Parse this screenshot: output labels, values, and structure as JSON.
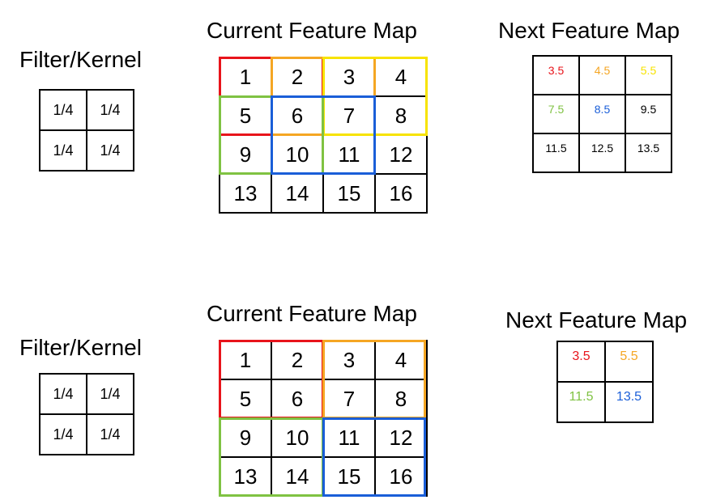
{
  "colors": {
    "red": "#e8141b",
    "orange": "#f5a623",
    "yellow": "#f7e300",
    "green": "#7fc242",
    "blue": "#1a5ed8",
    "black": "#000000"
  },
  "example_stride1": {
    "kernel_title": "Filter/Kernel",
    "kernel": [
      "1/4",
      "1/4",
      "1/4",
      "1/4"
    ],
    "input_title": "Current Feature Map",
    "input": [
      "1",
      "2",
      "3",
      "4",
      "5",
      "6",
      "7",
      "8",
      "9",
      "10",
      "11",
      "12",
      "13",
      "14",
      "15",
      "16"
    ],
    "output_title": "Next Feature Map",
    "output": [
      {
        "value": "3.5",
        "color": "red"
      },
      {
        "value": "4.5",
        "color": "orange"
      },
      {
        "value": "5.5",
        "color": "yellow"
      },
      {
        "value": "7.5",
        "color": "green"
      },
      {
        "value": "8.5",
        "color": "blue"
      },
      {
        "value": "9.5",
        "color": "black"
      },
      {
        "value": "11.5",
        "color": "black"
      },
      {
        "value": "12.5",
        "color": "black"
      },
      {
        "value": "13.5",
        "color": "black"
      }
    ]
  },
  "example_stride2": {
    "kernel_title": "Filter/Kernel",
    "kernel": [
      "1/4",
      "1/4",
      "1/4",
      "1/4"
    ],
    "input_title": "Current Feature Map",
    "input": [
      "1",
      "2",
      "3",
      "4",
      "5",
      "6",
      "7",
      "8",
      "9",
      "10",
      "11",
      "12",
      "13",
      "14",
      "15",
      "16"
    ],
    "output_title": "Next Feature Map",
    "output": [
      {
        "value": "3.5",
        "color": "red"
      },
      {
        "value": "5.5",
        "color": "orange"
      },
      {
        "value": "11.5",
        "color": "green"
      },
      {
        "value": "13.5",
        "color": "blue"
      }
    ]
  }
}
